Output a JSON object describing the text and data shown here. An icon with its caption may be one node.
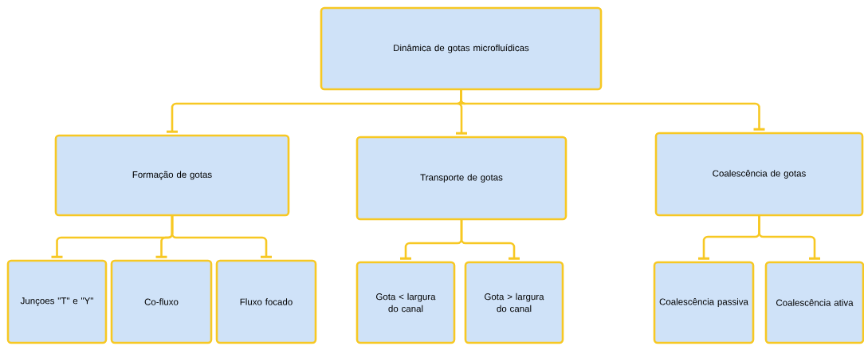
{
  "diagram": {
    "nodes": [
      {
        "text": [
          "Dinâmica de gotas microfluídicas"
        ]
      },
      {
        "text": [
          "Formação de gotas"
        ]
      },
      {
        "text": [
          "Transporte de gotas"
        ]
      },
      {
        "text": [
          "Coalescência de gotas"
        ]
      },
      {
        "text": [
          "Junçoes \"T\" e \"Y\""
        ]
      },
      {
        "text": [
          "Co-fluxo"
        ]
      },
      {
        "text": [
          "Fluxo focado"
        ]
      },
      {
        "text": [
          "Gota < largura do canal"
        ]
      },
      {
        "text": [
          "Gota > largura do canal"
        ]
      },
      {
        "text": [
          "Coalescência passiva"
        ]
      },
      {
        "text": [
          "Coalescência ativa"
        ]
      }
    ],
    "edges": [
      {
        "from": 0,
        "to": 1,
        "arrow": "other"
      },
      {
        "from": 0,
        "to": 2,
        "arrow": "other"
      },
      {
        "from": 0,
        "to": 3,
        "arrow": "other"
      },
      {
        "from": 1,
        "to": 4,
        "arrow": "other"
      },
      {
        "from": 1,
        "to": 5,
        "arrow": "other"
      },
      {
        "from": 1,
        "to": 6,
        "arrow": "other"
      },
      {
        "from": 2,
        "to": 7,
        "arrow": "other"
      },
      {
        "from": 2,
        "to": 8,
        "arrow": "other"
      },
      {
        "from": 3,
        "to": 9,
        "arrow": "other"
      },
      {
        "from": 3,
        "to": 10,
        "arrow": "other"
      }
    ]
  }
}
